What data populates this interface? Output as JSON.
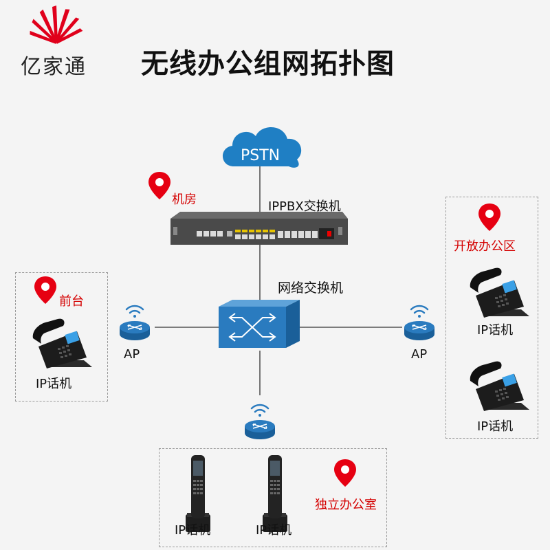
{
  "logo": {
    "text": "亿家通",
    "icon": "sun-rays-logo",
    "color": "#e0001b"
  },
  "title": "无线办公组网拓扑图",
  "cloud": {
    "label": "PSTN",
    "color": "#1f7fc4"
  },
  "server_room": {
    "label": "机房",
    "icon": "location-pin-icon"
  },
  "pbx": {
    "label": "IPPBX交换机"
  },
  "switch": {
    "label": "网络交换机"
  },
  "ap_left": {
    "label": "AP"
  },
  "ap_right": {
    "label": "AP"
  },
  "front_desk": {
    "label": "前台",
    "phone_label": "IP话机"
  },
  "open_office": {
    "label": "开放办公区",
    "phone1_label": "IP话机",
    "phone2_label": "IP话机"
  },
  "private_office": {
    "label": "独立办公室",
    "phone1_label": "IP话机",
    "phone2_label": "IP话机"
  },
  "colors": {
    "pin": "#e60012",
    "device_blue": "#2a7bbf",
    "line": "#555555"
  }
}
